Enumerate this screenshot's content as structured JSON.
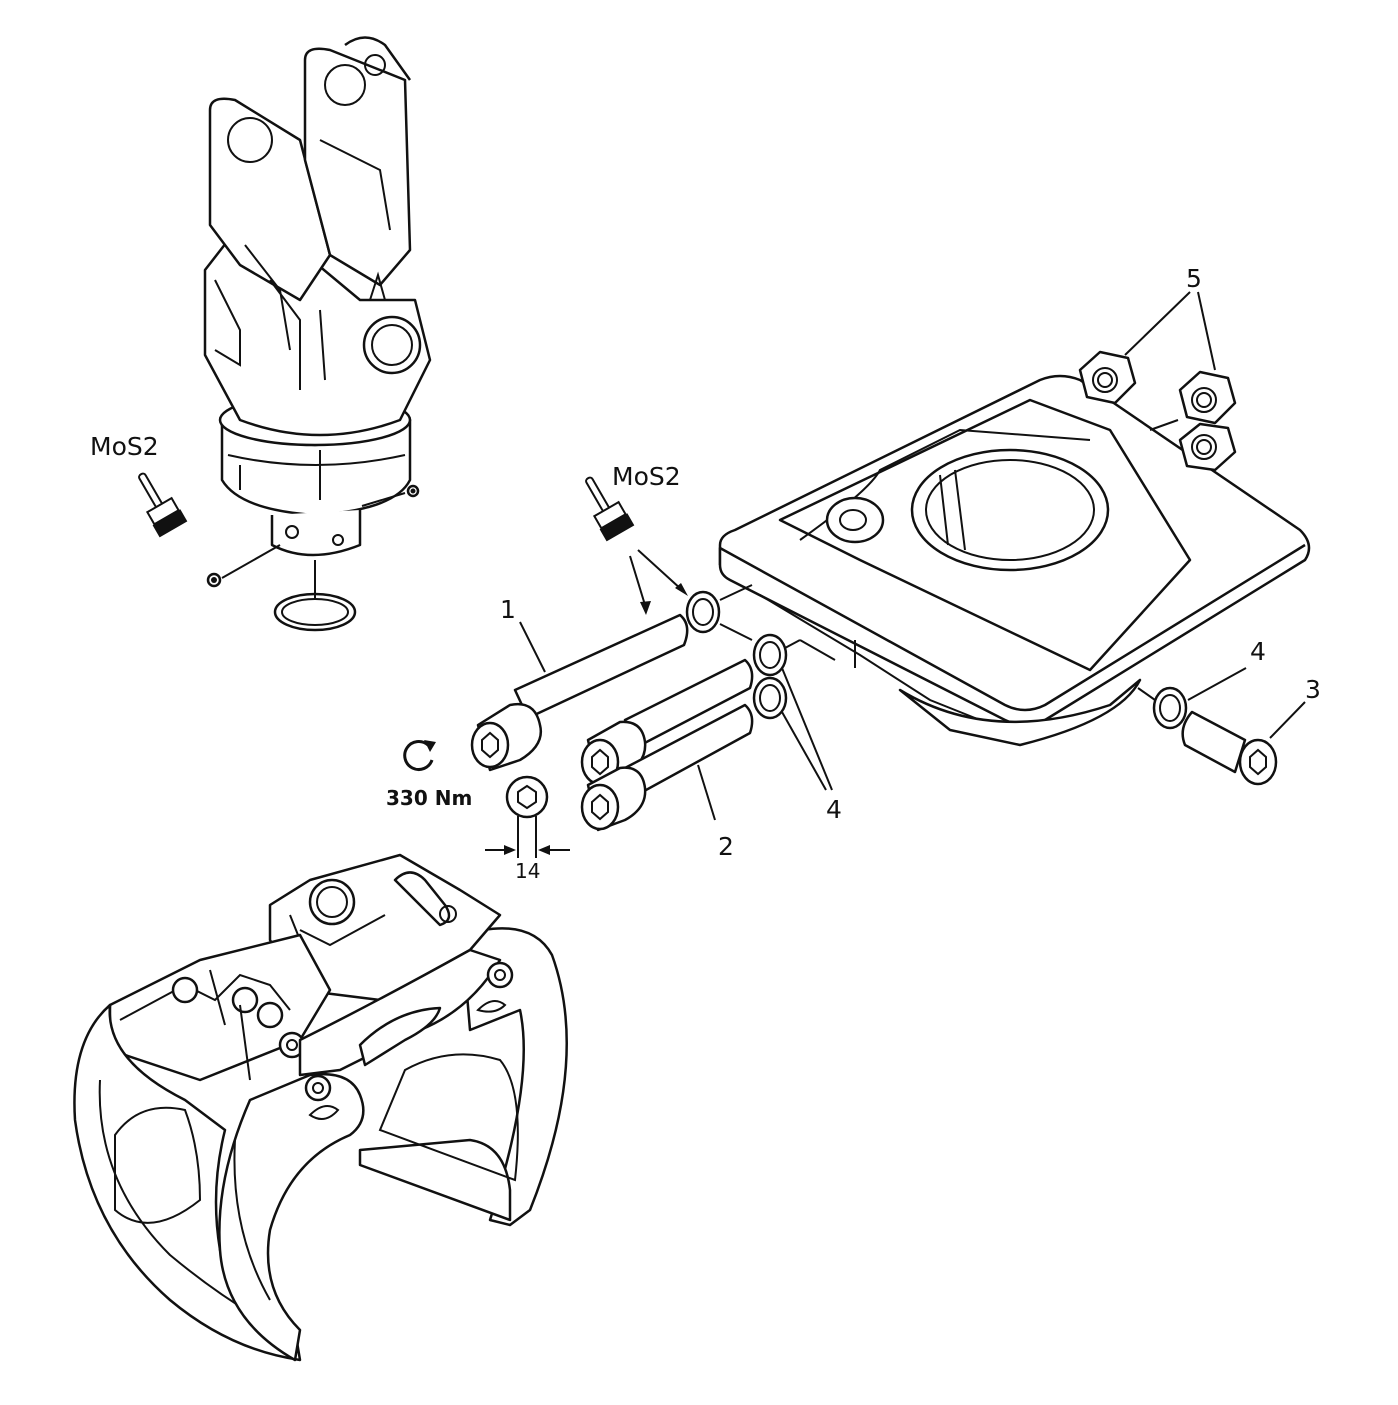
{
  "labels": {
    "part_1": "1",
    "part_2": "2",
    "part_3": "3",
    "part_4_a": "4",
    "part_4_b": "4",
    "part_5": "5",
    "lubricant_left": "MoS2",
    "lubricant_right": "MoS2",
    "torque": "330 Nm",
    "wrench_size": "14"
  },
  "icons": [
    "paint-brush-icon",
    "rotation-arrow-icon",
    "hex-socket-icon"
  ]
}
